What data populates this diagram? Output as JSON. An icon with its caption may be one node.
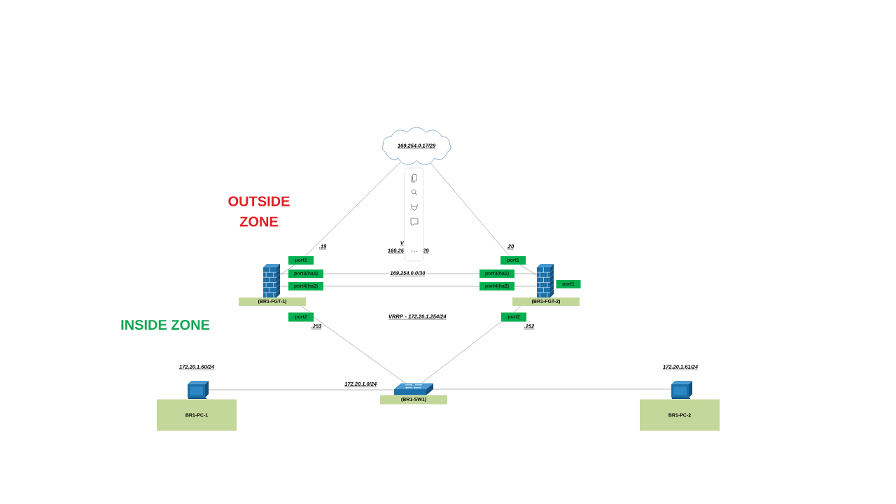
{
  "diagram": {
    "nodes": [
      {
        "text": [
          "169.254.0.17/29"
        ]
      },
      {
        "text": [
          "port1"
        ],
        "beside": [
          ".19"
        ]
      },
      {
        "text": [
          "port1"
        ],
        "beside": [
          ".20"
        ]
      },
      {
        "text": [],
        "shape": "picture"
      },
      {
        "text": [
          "port3(ha1)"
        ]
      },
      {
        "text": [
          "port3(ha1)"
        ]
      },
      {
        "text": [],
        "shape": "picture"
      },
      {
        "text": [
          "port4(ha2)"
        ]
      },
      {
        "text": [
          "port4(ha2)"
        ]
      },
      {
        "text": [
          "port1"
        ]
      },
      {
        "text": [
          "(BR1-FGT-1)"
        ]
      },
      {
        "text": [
          "(BR1-FGT-2)"
        ]
      },
      {
        "text": [
          "port2"
        ],
        "beside": [
          ".253"
        ]
      },
      {
        "text": [
          "port2"
        ],
        "beside": [
          ".252"
        ]
      },
      {
        "text": [],
        "shape": "picture",
        "beside": [
          "172.20.1.60/24"
        ]
      },
      {
        "text": [],
        "shape": "picture"
      },
      {
        "text": [],
        "shape": "picture",
        "beside": [
          "172.20.1.61/24"
        ]
      },
      {
        "text": [
          "(BR1-SW1)"
        ]
      },
      {
        "text": [
          "BR1-PC-1"
        ]
      },
      {
        "text": [
          "BR1-PC-2"
        ]
      }
    ],
    "edges": [
      {
        "from": 0,
        "to": 1,
        "arrow": "none"
      },
      {
        "from": 1,
        "to": 3,
        "arrow": "none"
      },
      {
        "from": 0,
        "to": 2,
        "arrow": "none"
      },
      {
        "from": 2,
        "to": 6,
        "arrow": "none"
      },
      {
        "from": 3,
        "to": 4,
        "arrow": "none"
      },
      {
        "from": 4,
        "to": 5,
        "arrow": "none",
        "label": "169.254.0.0/30"
      },
      {
        "from": 5,
        "to": 6,
        "arrow": "none"
      },
      {
        "from": 3,
        "to": 7,
        "arrow": "none"
      },
      {
        "from": 7,
        "to": 8,
        "arrow": "none"
      },
      {
        "from": 8,
        "to": 6,
        "arrow": "none"
      },
      {
        "from": 10,
        "to": 12,
        "arrow": "none"
      },
      {
        "from": 12,
        "to": 15,
        "arrow": "none"
      },
      {
        "from": 11,
        "to": 13,
        "arrow": "none"
      },
      {
        "from": 13,
        "to": 15,
        "arrow": "none"
      },
      {
        "from": 14,
        "to": 15,
        "arrow": "none",
        "label": "172.20.1.0/24"
      },
      {
        "from": 15,
        "to": 16,
        "arrow": "none"
      }
    ],
    "labels": [
      "OUTSIDE ZONE",
      "V",
      "169.25",
      "29",
      "VRRP - 172.20.1.254/24",
      "INSIDE ZONE"
    ]
  }
}
